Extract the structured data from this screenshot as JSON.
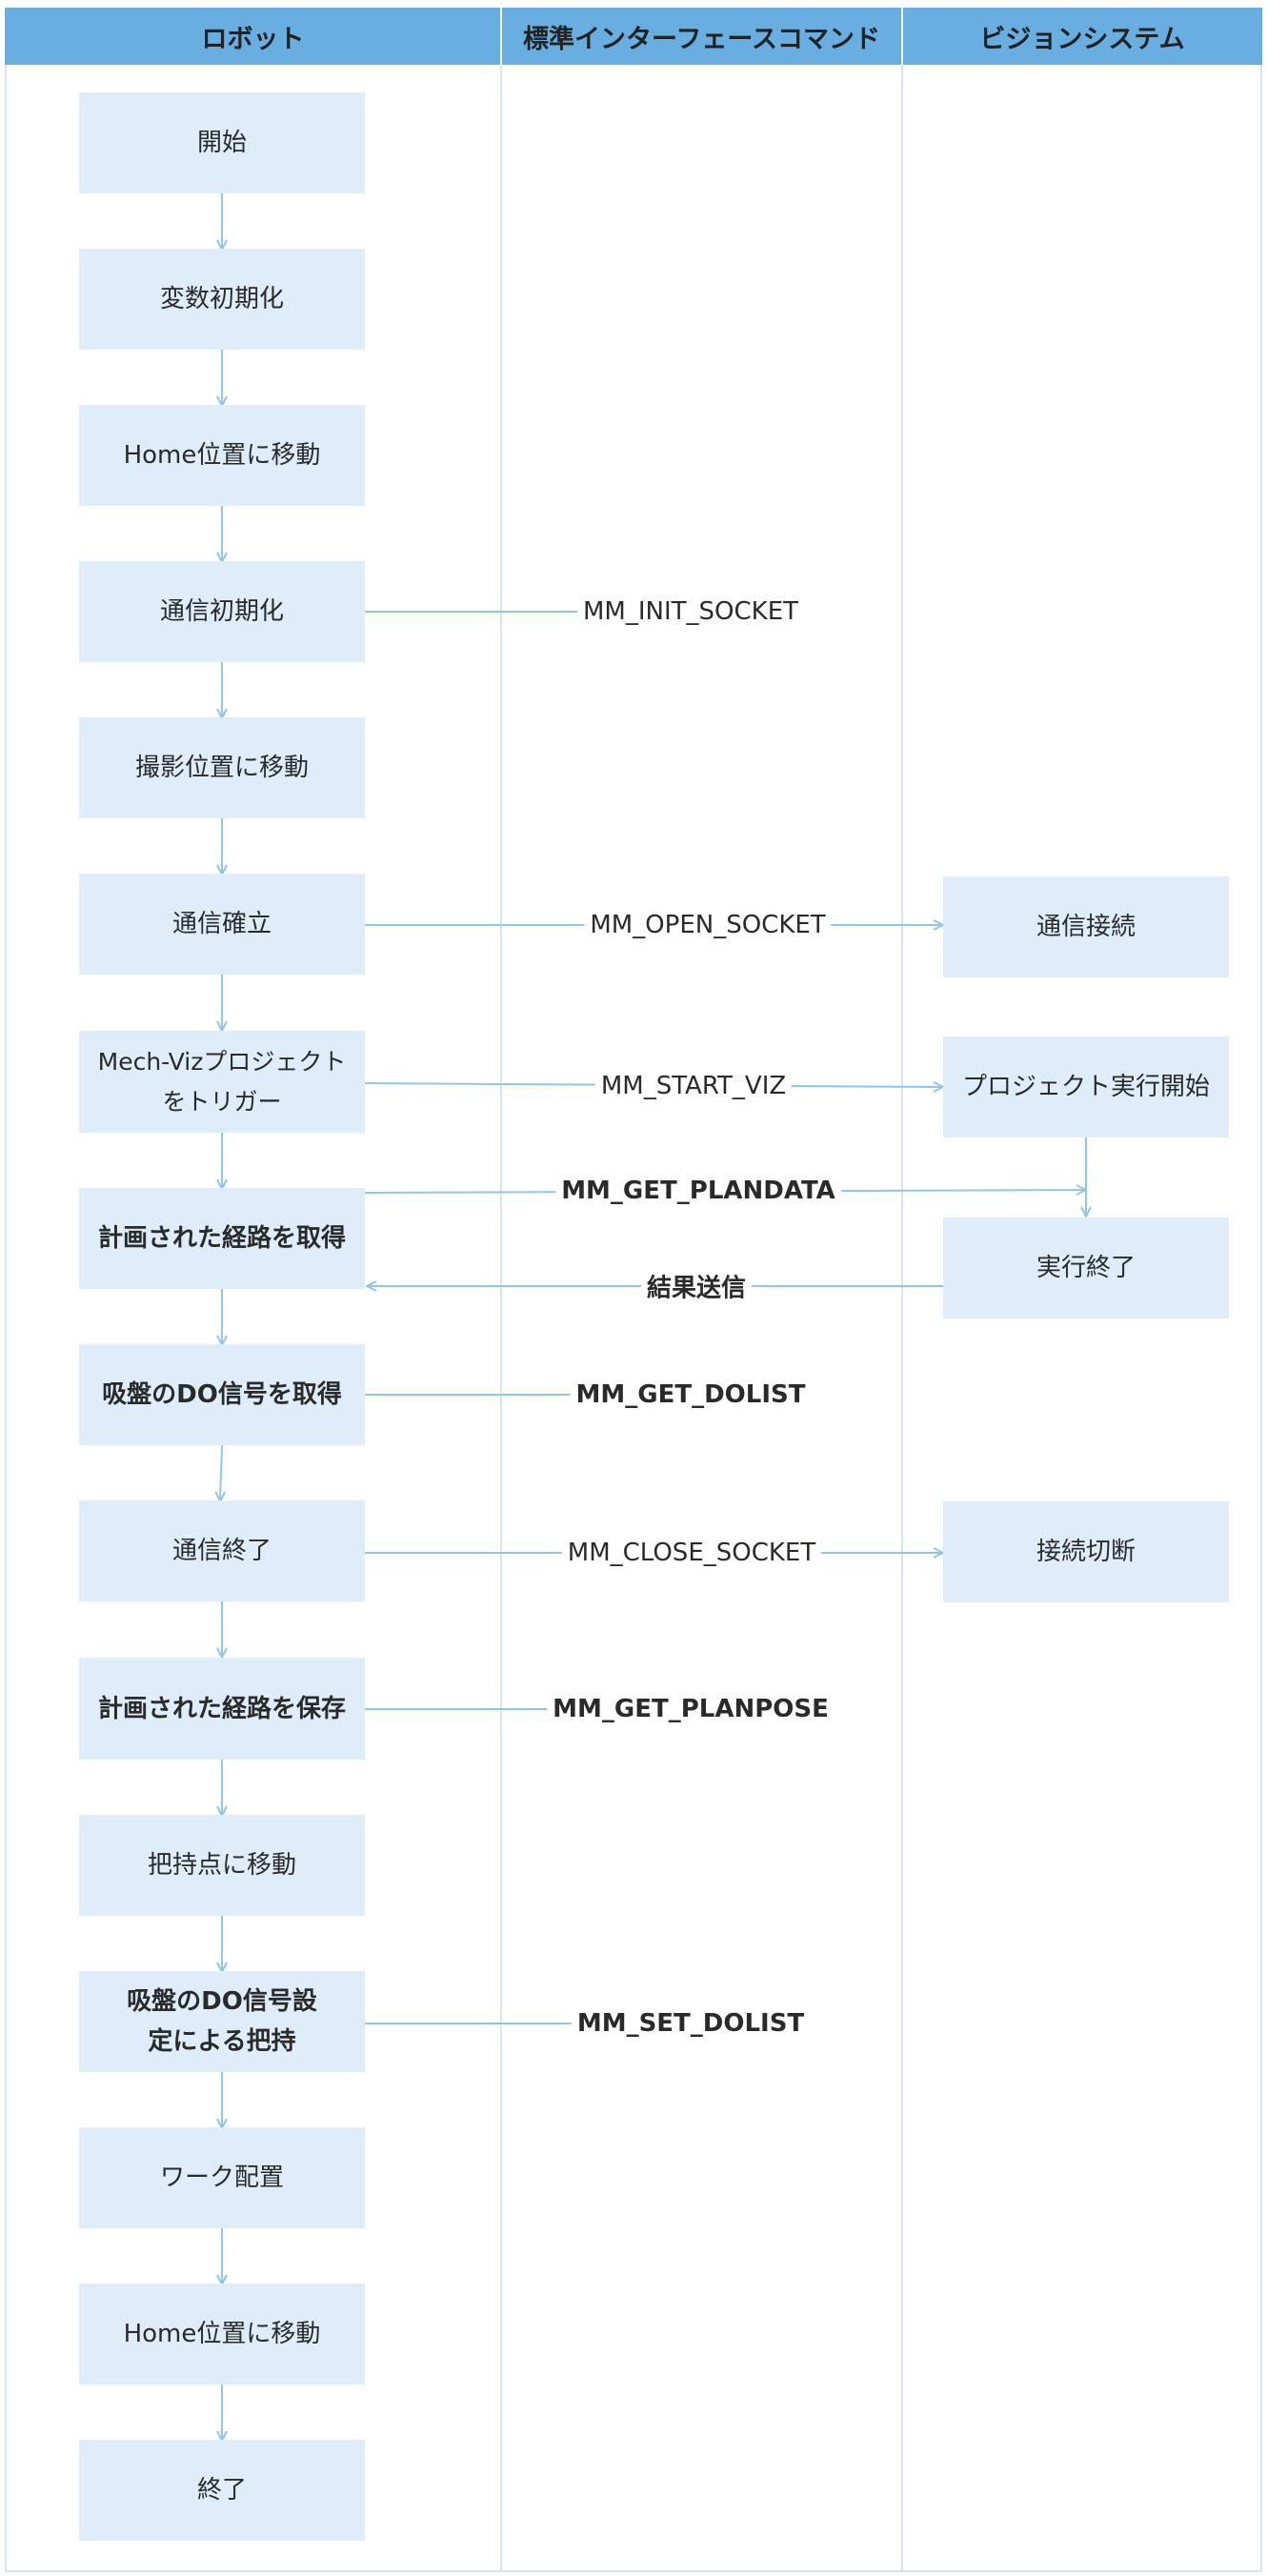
{
  "lanes": {
    "robot": "ロボット",
    "interface": "標準インターフェースコマンド",
    "vision": "ビジョンシステム"
  },
  "robot_steps": [
    "開始",
    "変数初期化",
    "Home位置に移動",
    "通信初期化",
    "撮影位置に移動",
    "通信確立",
    "Mech-Vizプロジェクトをトリガー",
    "計画された経路を取得",
    "吸盤のDO信号を取得",
    "通信終了",
    "計画された経路を保存",
    "把持点に移動",
    "吸盤のDO信号設定による把持",
    "ワーク配置",
    "Home位置に移動",
    "終了"
  ],
  "commands": [
    "MM_INIT_SOCKET",
    "MM_OPEN_SOCKET",
    "MM_START_VIZ",
    "MM_GET_PLANDATA",
    "結果送信",
    "MM_GET_DOLIST",
    "MM_CLOSE_SOCKET",
    "MM_GET_PLANPOSE",
    "MM_SET_DOLIST"
  ],
  "vision_steps": [
    "通信接続",
    "プロジェクト実行開始",
    "実行終了",
    "接続切断"
  ],
  "colors": {
    "header_bg": "#68aee0",
    "box_bg": "#deedf9",
    "connector": "#93c5ea",
    "lane_border": "#dbe3ea"
  }
}
